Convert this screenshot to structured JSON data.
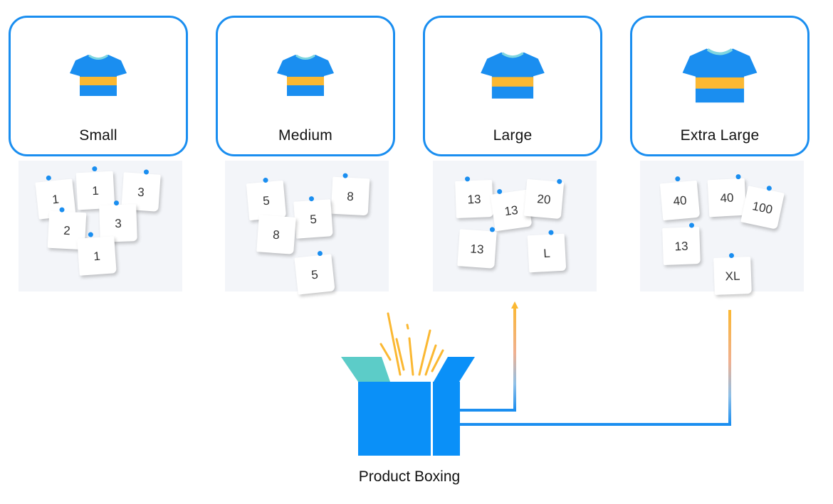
{
  "colors": {
    "accent": "#1a8ef0",
    "shirt_blue": "#1a8ef0",
    "stripe_yellow": "#fbb832",
    "collar": "#7fd6e0",
    "box_blue": "#0a90f8",
    "flap_teal": "#5cccc8",
    "board_bg": "#f3f5f9"
  },
  "sizes": [
    {
      "label": "Small",
      "icon": "tshirt-icon",
      "notes": [
        {
          "text": "1"
        },
        {
          "text": "1"
        },
        {
          "text": "3"
        },
        {
          "text": "2"
        },
        {
          "text": "3"
        },
        {
          "text": "1"
        }
      ]
    },
    {
      "label": "Medium",
      "icon": "tshirt-icon",
      "notes": [
        {
          "text": "5"
        },
        {
          "text": "8"
        },
        {
          "text": "5"
        },
        {
          "text": "8"
        },
        {
          "text": "5"
        }
      ]
    },
    {
      "label": "Large",
      "icon": "tshirt-icon",
      "notes": [
        {
          "text": "13"
        },
        {
          "text": "13"
        },
        {
          "text": "20"
        },
        {
          "text": "13"
        },
        {
          "text": "L"
        }
      ]
    },
    {
      "label": "Extra Large",
      "icon": "tshirt-icon",
      "notes": [
        {
          "text": "40"
        },
        {
          "text": "40"
        },
        {
          "text": "100"
        },
        {
          "text": "13"
        },
        {
          "text": "XL"
        }
      ]
    }
  ],
  "box": {
    "label": "Product Boxing",
    "icon": "open-box-icon"
  }
}
